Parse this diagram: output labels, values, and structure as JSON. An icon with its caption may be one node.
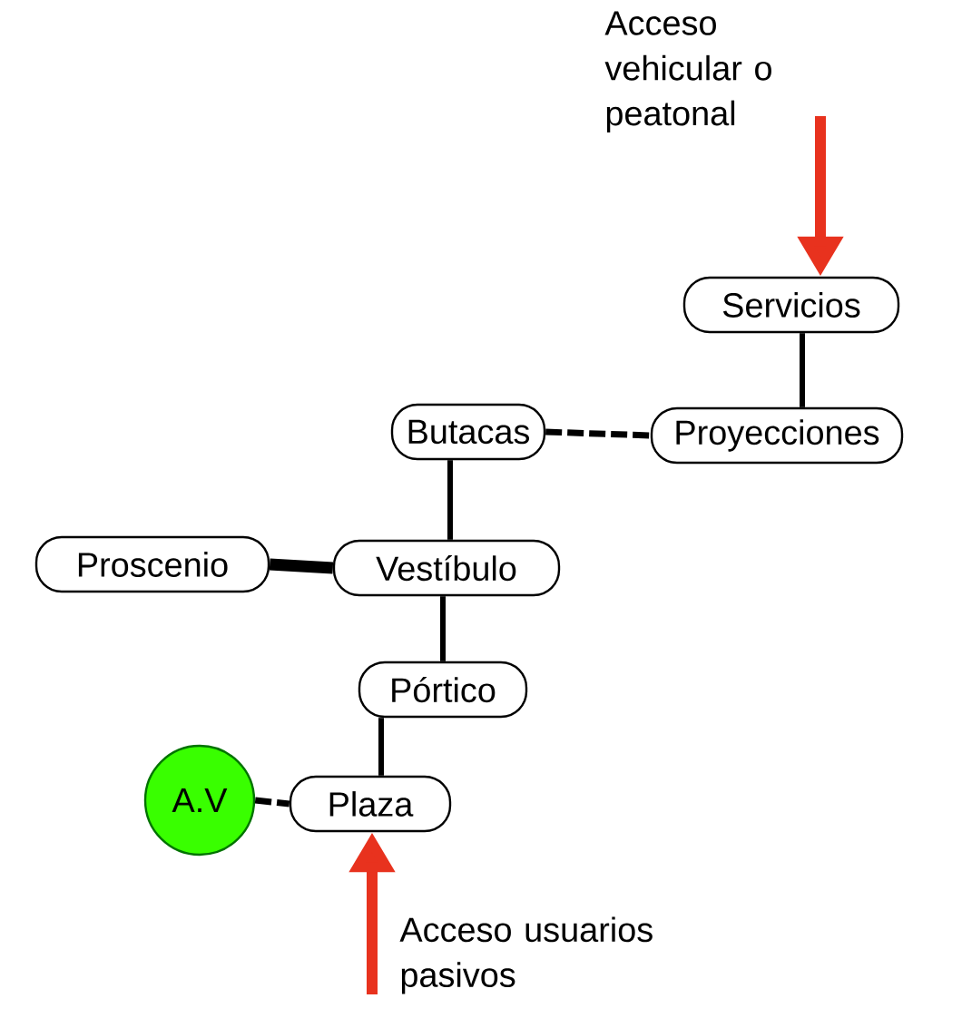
{
  "diagram": {
    "nodes": [
      {
        "text": [
          "Servicios"
        ]
      },
      {
        "text": [
          "Butacas"
        ]
      },
      {
        "text": [
          "Proyecciones"
        ]
      },
      {
        "text": [
          "Proscenio"
        ]
      },
      {
        "text": [
          "Vestíbulo"
        ]
      },
      {
        "text": [
          "Pórtico"
        ]
      },
      {
        "text": [
          "A.V"
        ]
      },
      {
        "text": [
          "Plaza"
        ]
      },
      {
        "text": [
          "Acceso vehicular o peatonal"
        ]
      },
      {
        "text": [
          "Acceso usuarios pasivos"
        ]
      }
    ],
    "edges": [
      {
        "from": 8,
        "to": 0,
        "arrow": "to",
        "color": "#e8321e"
      },
      {
        "from": 0,
        "to": 2,
        "arrow": "none"
      },
      {
        "from": 1,
        "to": 2,
        "arrow": "none",
        "style": "dashed"
      },
      {
        "from": 1,
        "to": 4,
        "arrow": "none"
      },
      {
        "from": 3,
        "to": 4,
        "arrow": "none",
        "style": "thick"
      },
      {
        "from": 4,
        "to": 5,
        "arrow": "none"
      },
      {
        "from": 5,
        "to": 7,
        "arrow": "none"
      },
      {
        "from": 6,
        "to": 7,
        "arrow": "none",
        "style": "dashed"
      },
      {
        "from": 9,
        "to": 7,
        "arrow": "to",
        "color": "#e8321e"
      }
    ]
  }
}
